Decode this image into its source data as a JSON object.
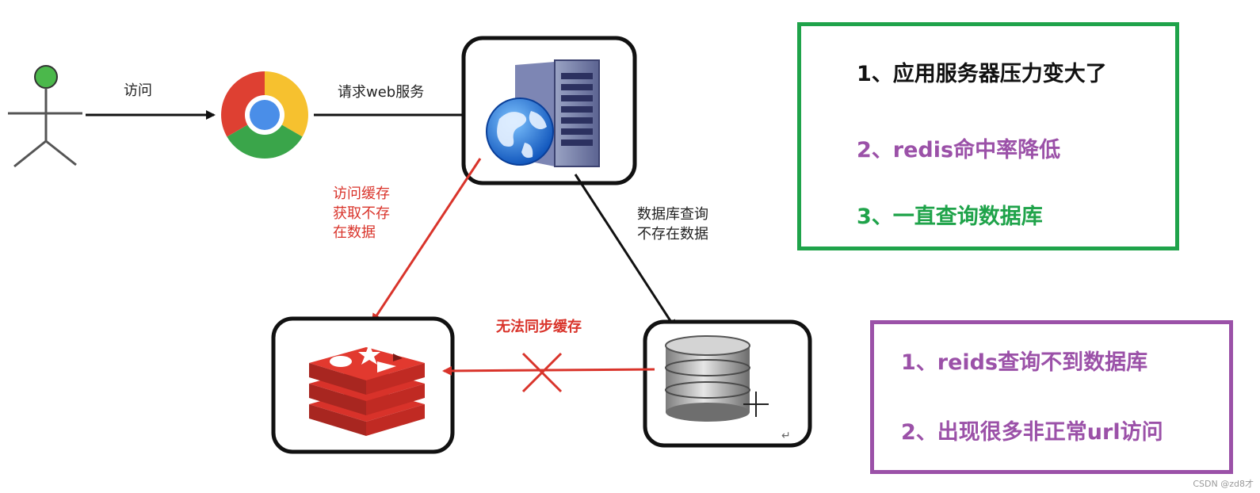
{
  "flow": {
    "visit_label": "访问",
    "request_label": "请求web服务",
    "cache_miss_lines": [
      "访问缓存",
      "获取不存",
      "在数据"
    ],
    "db_query_lines": [
      "数据库查询",
      "不存在数据"
    ],
    "sync_fail_label": "无法同步缓存"
  },
  "problems_panel": {
    "items": [
      "1、应用服务器压力变大了",
      "2、redis命中率降低",
      "3、一直查询数据库"
    ],
    "colors": [
      "#111111",
      "#9b51a8",
      "#1fa34a"
    ],
    "border_color": "#1fa34a"
  },
  "causes_panel": {
    "items": [
      "1、reids查询不到数据库",
      "2、出现很多非正常url访问"
    ],
    "color": "#9b51a8",
    "border_color": "#9b51a8"
  },
  "icons": [
    "user-stick-figure-icon",
    "chrome-browser-icon",
    "web-server-icon",
    "redis-icon",
    "database-icon"
  ],
  "watermark": "CSDN @zd8才"
}
